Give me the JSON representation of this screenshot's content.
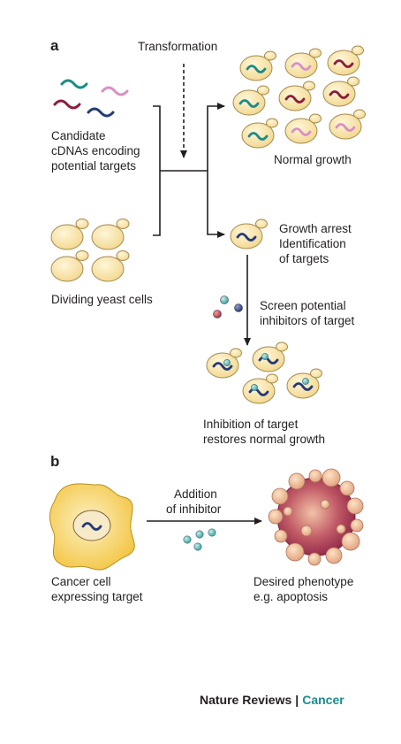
{
  "panel_a": {
    "letter": "a",
    "transformation": "Transformation",
    "cdna_label": [
      "Candidate",
      "cDNAs encoding",
      "potential targets"
    ],
    "yeast_label": "Dividing yeast cells",
    "normal_growth": "Normal growth",
    "growth_arrest": [
      "Growth arrest",
      "Identification",
      "of targets"
    ],
    "screen": [
      "Screen potential",
      "inhibitors of target"
    ],
    "inhibition": [
      "Inhibition of target",
      "restores normal growth"
    ]
  },
  "panel_b": {
    "letter": "b",
    "addition": [
      "Addition",
      "of inhibitor"
    ],
    "cancer_cell": [
      "Cancer cell",
      "expressing target"
    ],
    "desired": [
      "Desired phenotype",
      "e.g. apoptosis"
    ]
  },
  "footer": {
    "journal": "Nature Reviews",
    "separator": "|",
    "section": "Cancer"
  },
  "colors": {
    "yeast_fill": "#f7e3a8",
    "yeast_stroke": "#a58a4e",
    "teal": "#1e8a8a",
    "pink": "#d990c4",
    "maroon": "#8c1d3c",
    "navy": "#263a78",
    "cancer_fill": "#f5cf55",
    "apoptosis": "#a83a55",
    "footer_accent": "#1b8b8f"
  }
}
